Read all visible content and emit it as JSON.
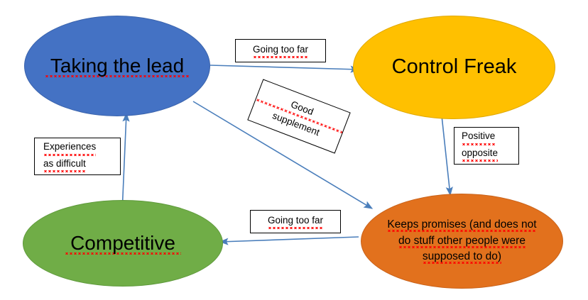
{
  "diagram": {
    "title": "Taking the lead / Control Freak / Competitive behaviour map",
    "background": "#ffffff",
    "colors": {
      "blue": "#4472C4",
      "amber": "#FFC000",
      "green": "#70AD47",
      "orange": "#E2711D",
      "arrow": "#4A7EBB",
      "box_border": "#000000",
      "spellcheck": "#FF0000",
      "text": "#000000"
    },
    "nodes": [
      {
        "id": "taking-the-lead",
        "text": "Taking the lead",
        "color": "#4472C4",
        "shape": "ellipse",
        "position": "top-left"
      },
      {
        "id": "control-freak",
        "text": "Control Freak",
        "color": "#FFC000",
        "shape": "ellipse",
        "position": "top-right"
      },
      {
        "id": "competitive",
        "text": "Competitive",
        "color": "#70AD47",
        "shape": "ellipse",
        "position": "bottom-left"
      },
      {
        "id": "keeps-promises",
        "text": "Keeps promises (and does not do stuff other people were supposed to do)",
        "line1": "Keeps promises (and does not",
        "line2": "do stuff other people were",
        "line3": "supposed to do)",
        "color": "#E2711D",
        "shape": "ellipse",
        "position": "bottom-right"
      }
    ],
    "edges": [
      {
        "id": "taking-the-lead-to-control-freak",
        "label": "Going too far",
        "from": "taking-the-lead",
        "to": "control-freak",
        "direction": "right"
      },
      {
        "id": "taking-the-lead-to-keeps-promises",
        "label": "Good supplement",
        "label_line1": "Good",
        "label_line2": "supplement",
        "from": "taking-the-lead",
        "to": "keeps-promises",
        "direction": "diagonal-down-right"
      },
      {
        "id": "control-freak-to-keeps-promises",
        "label": "Positive opposite",
        "label_line1": "Positive",
        "label_line2": "opposite",
        "from": "control-freak",
        "to": "keeps-promises",
        "direction": "down"
      },
      {
        "id": "keeps-promises-to-competitive",
        "label": "Going too far",
        "from": "keeps-promises",
        "to": "competitive",
        "direction": "left"
      },
      {
        "id": "competitive-to-taking-the-lead",
        "label": "Experiences as difficult",
        "label_line1": "Experiences",
        "label_line2": "as difficult",
        "from": "competitive",
        "to": "taking-the-lead",
        "direction": "up"
      }
    ]
  }
}
